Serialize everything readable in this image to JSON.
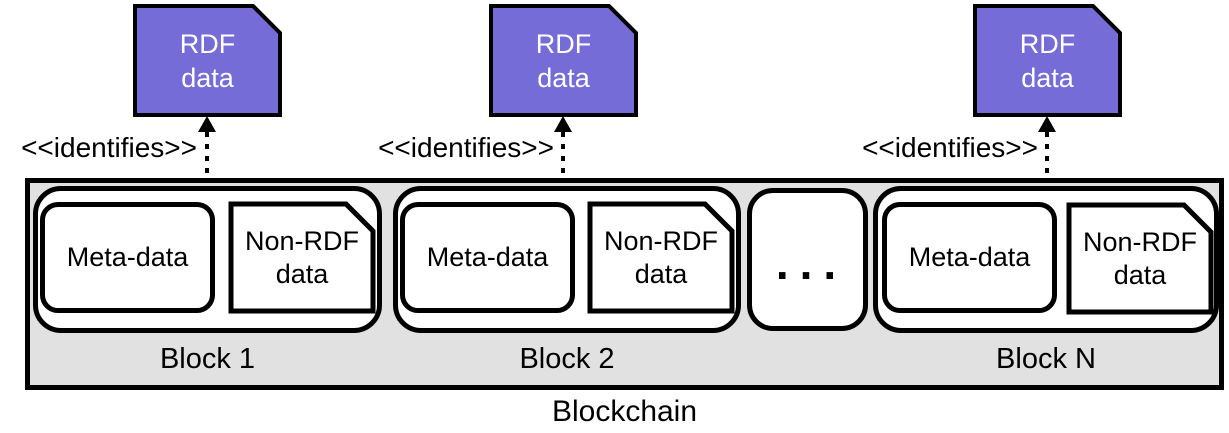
{
  "colors": {
    "doc_fill": "#766CD8",
    "container_fill": "#E1E1E1",
    "stroke": "#000000",
    "text_on_doc": "#FFFFFF"
  },
  "rdf_documents": [
    {
      "label": "RDF\ndata"
    },
    {
      "label": "RDF\ndata"
    },
    {
      "label": "RDF\ndata"
    }
  ],
  "connectors": [
    {
      "stereotype": "<<identifies>>"
    },
    {
      "stereotype": "<<identifies>>"
    },
    {
      "stereotype": "<<identifies>>"
    }
  ],
  "blockchain": {
    "label": "Blockchain",
    "ellipsis": "...",
    "blocks": [
      {
        "name": "Block 1",
        "metadata": "Meta-data",
        "nonrdf": "Non-RDF\ndata"
      },
      {
        "name": "Block 2",
        "metadata": "Meta-data",
        "nonrdf": "Non-RDF\ndata"
      },
      {
        "name": "Block N",
        "metadata": "Meta-data",
        "nonrdf": "Non-RDF\ndata"
      }
    ]
  }
}
